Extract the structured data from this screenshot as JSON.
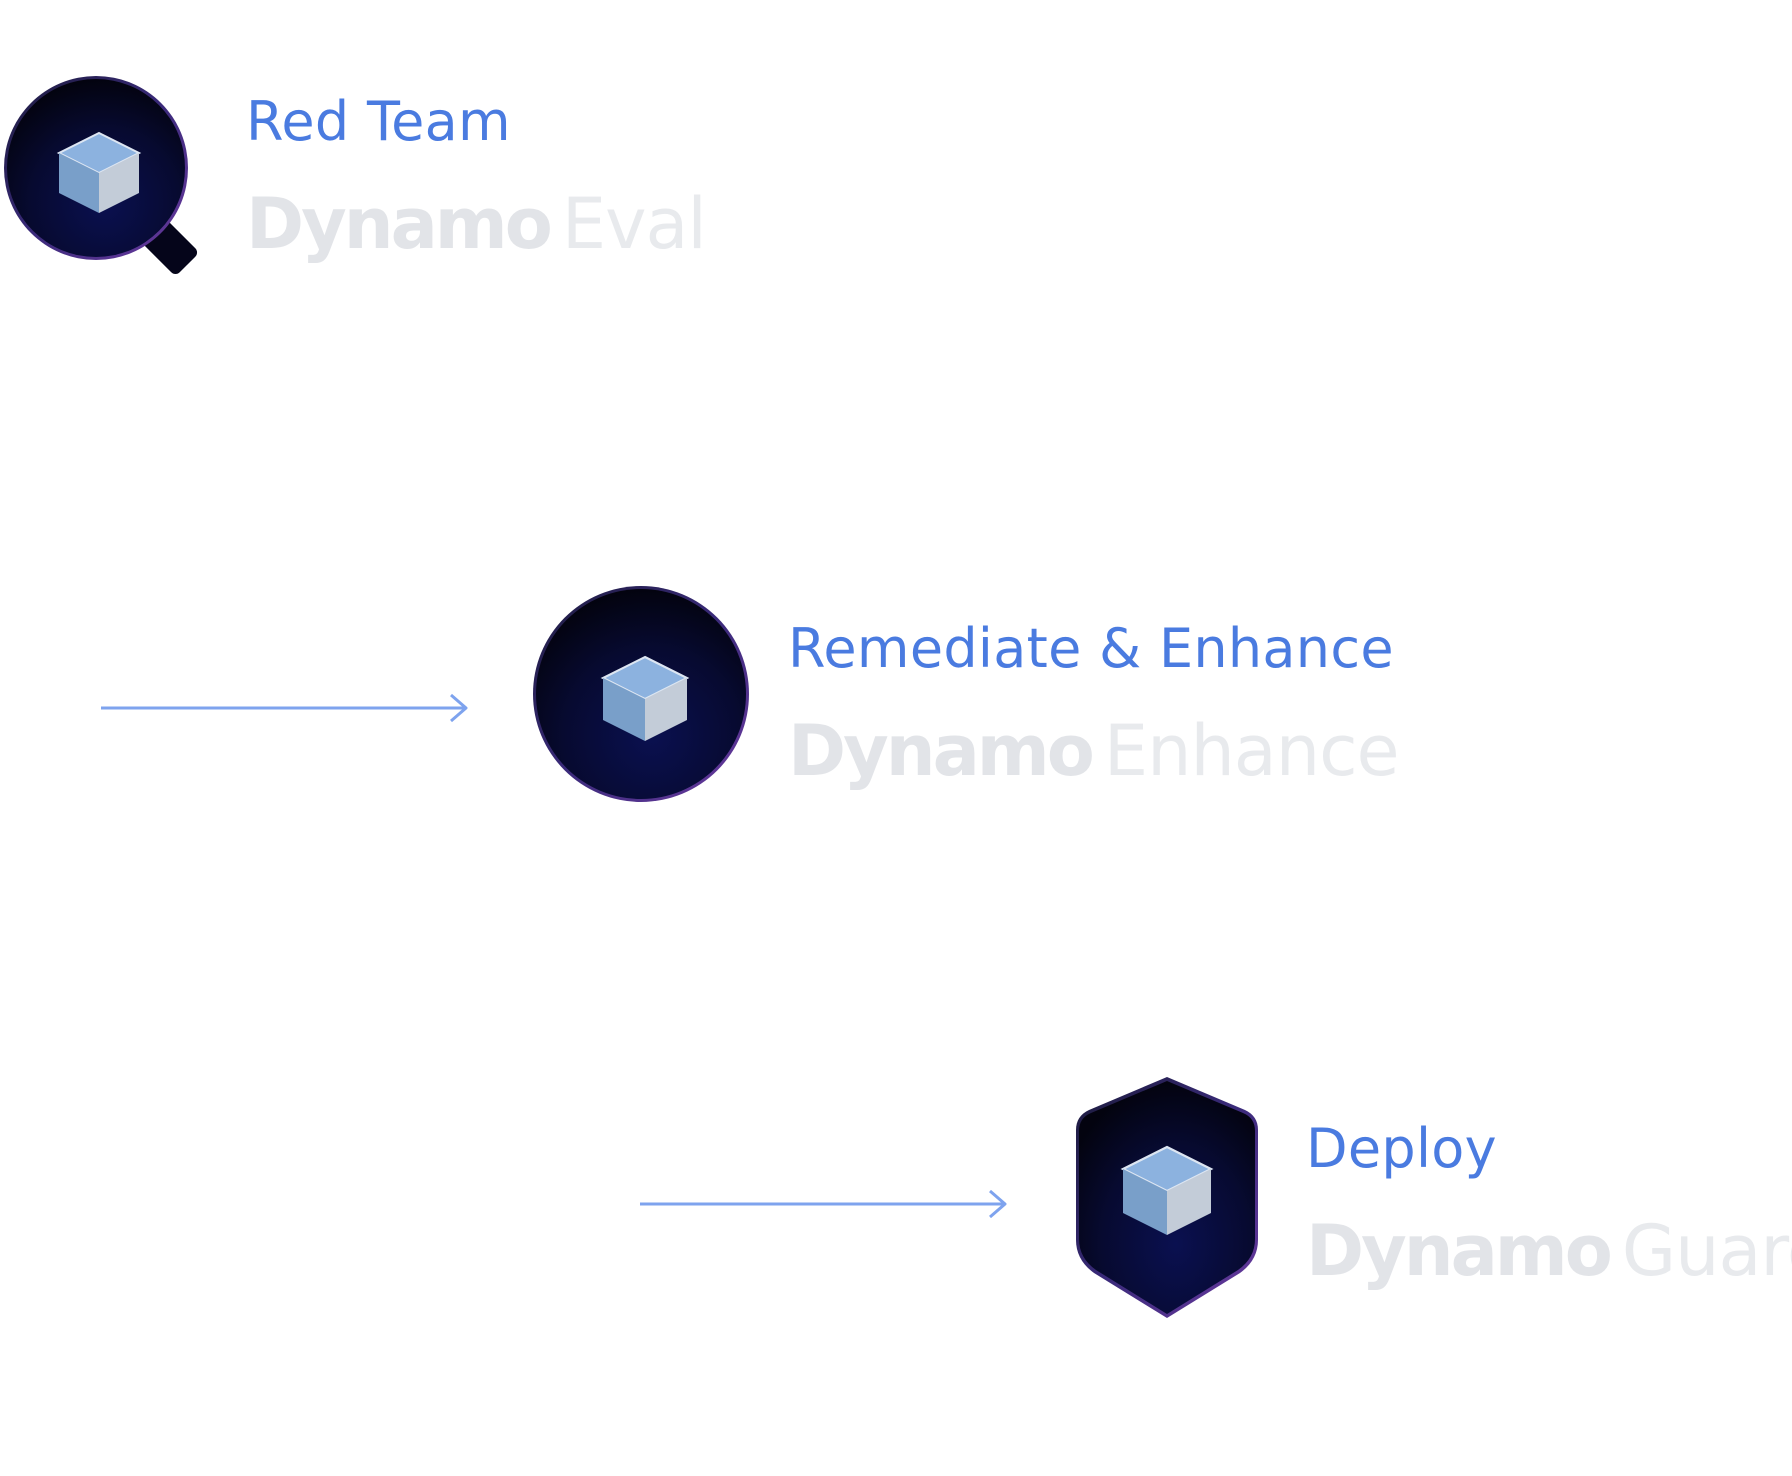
{
  "colors": {
    "title": "#4a7be0",
    "brand": "#e2e4e8",
    "product": "#e8eaed",
    "connector": "#7ea3ee",
    "icon_dark": "#05051a",
    "icon_navy": "#0a1050",
    "cube_top": "#8cb2df",
    "cube_left": "#799fc9",
    "cube_right": "#c3ccd8"
  },
  "steps": [
    {
      "icon": "magnifier-cube-icon",
      "title": "Red Team",
      "brand": "Dynamo",
      "product": "Eval"
    },
    {
      "icon": "circle-cube-icon",
      "title": "Remediate & Enhance",
      "brand": "Dynamo",
      "product": "Enhance"
    },
    {
      "icon": "shield-cube-icon",
      "title": "Deploy",
      "brand": "Dynamo",
      "product": "Guard"
    }
  ]
}
